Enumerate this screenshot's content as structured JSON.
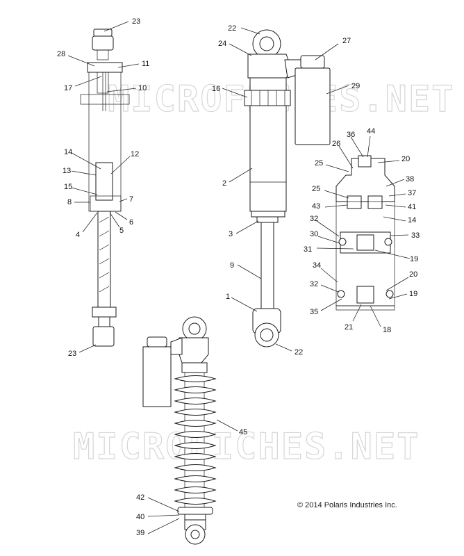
{
  "watermark": "MICROFICHES.NET",
  "copyright": "© 2014 Polaris Industries Inc.",
  "callouts": {
    "c23a": "23",
    "c28": "28",
    "c11": "11",
    "c17": "17",
    "c10": "10",
    "c14a": "14",
    "c12": "12",
    "c13": "13",
    "c15": "15",
    "c8": "8",
    "c7": "7",
    "c4": "4",
    "c5": "5",
    "c6": "6",
    "c23b": "23",
    "c22a": "22",
    "c24": "24",
    "c27": "27",
    "c16": "16",
    "c29": "29",
    "c2": "2",
    "c3": "3",
    "c9": "9",
    "c1": "1",
    "c22b": "22",
    "c36": "36",
    "c44": "44",
    "c26": "26",
    "c20a": "20",
    "c25a": "25",
    "c38": "38",
    "c25b": "25",
    "c37": "37",
    "c43": "43",
    "c41": "41",
    "c32a": "32",
    "c14b": "14",
    "c30": "30",
    "c33": "33",
    "c31": "31",
    "c19a": "19",
    "c34": "34",
    "c20b": "20",
    "c32b": "32",
    "c19b": "19",
    "c35": "35",
    "c21": "21",
    "c18": "18",
    "c45": "45",
    "c42": "42",
    "c40": "40",
    "c39": "39"
  }
}
